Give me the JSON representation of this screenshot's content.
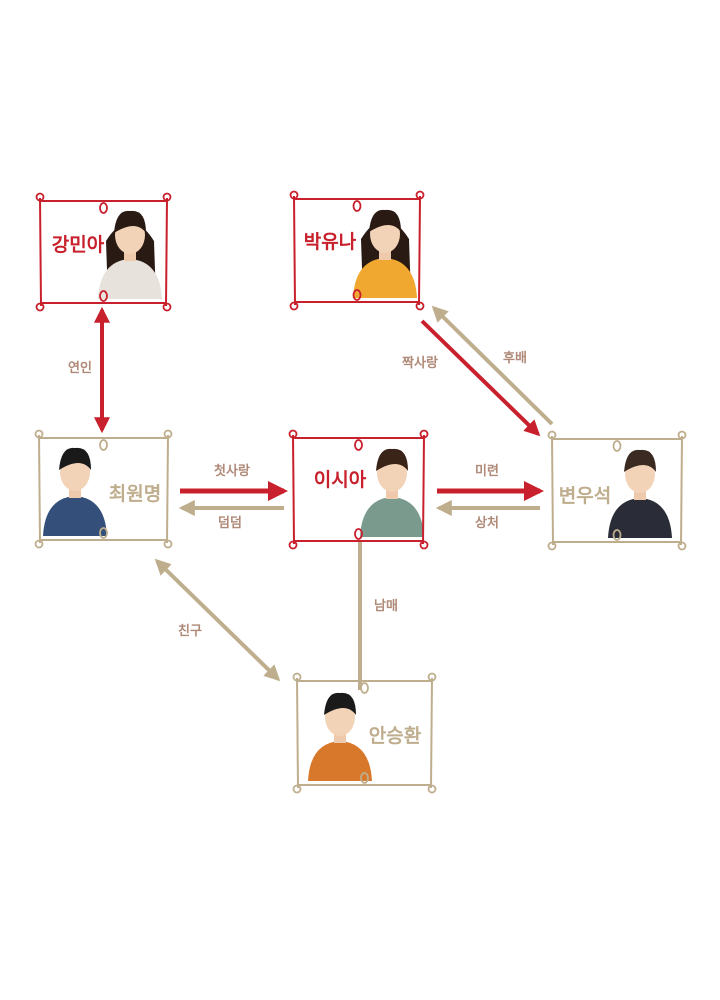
{
  "colors": {
    "red": "#c8202c",
    "tan": "#bfae8e",
    "label": "#b08a78"
  },
  "characters": [
    {
      "id": "kang-mina",
      "name": "강민아",
      "frame": "red"
    },
    {
      "id": "park-yuna",
      "name": "박유나",
      "frame": "red"
    },
    {
      "id": "choi-wonmyeong",
      "name": "최원명",
      "frame": "tan"
    },
    {
      "id": "lee-sia",
      "name": "이시아",
      "frame": "red"
    },
    {
      "id": "byeon-wooseok",
      "name": "변우석",
      "frame": "tan"
    },
    {
      "id": "ahn-seunghwan",
      "name": "안승환",
      "frame": "tan"
    }
  ],
  "relations": [
    {
      "label": "연인",
      "from": "강민아",
      "to": "최원명"
    },
    {
      "label": "짝사랑",
      "from": "박유나",
      "to": "변우석"
    },
    {
      "label": "후배",
      "from": "변우석",
      "to": "박유나"
    },
    {
      "label": "첫사랑",
      "from": "최원명",
      "to": "이시아"
    },
    {
      "label": "덤덤",
      "from": "이시아",
      "to": "최원명"
    },
    {
      "label": "미련",
      "from": "이시아",
      "to": "변우석"
    },
    {
      "label": "상처",
      "from": "변우석",
      "to": "이시아"
    },
    {
      "label": "남매",
      "from": "이시아",
      "to": "안승환"
    },
    {
      "label": "친구",
      "from": "최원명",
      "to": "안승환"
    }
  ]
}
